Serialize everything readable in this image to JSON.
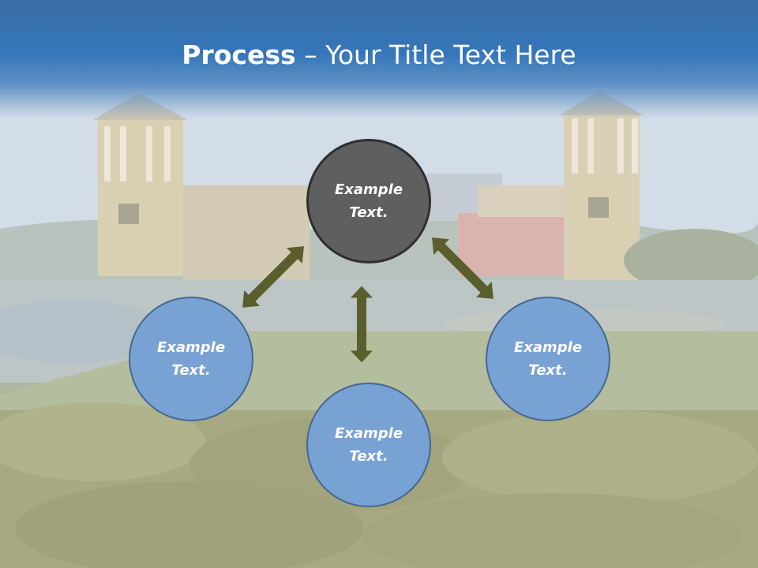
{
  "slide": {
    "title_bold": "Process",
    "title_rest": " – Your Title Text Here"
  },
  "nodes": [
    {
      "id": "top",
      "text": "Example\nText.",
      "style": "dark"
    },
    {
      "id": "left",
      "text": "Example\nText.",
      "style": "blue"
    },
    {
      "id": "bottom",
      "text": "Example\nText.",
      "style": "blue"
    },
    {
      "id": "right",
      "text": "Example\nText.",
      "style": "blue"
    }
  ],
  "colors": {
    "header_blue": "#3576ba",
    "node_blue": "#78a2d4",
    "node_dark": "#5f5f5f",
    "arrow_olive": "#5a5e2c"
  }
}
